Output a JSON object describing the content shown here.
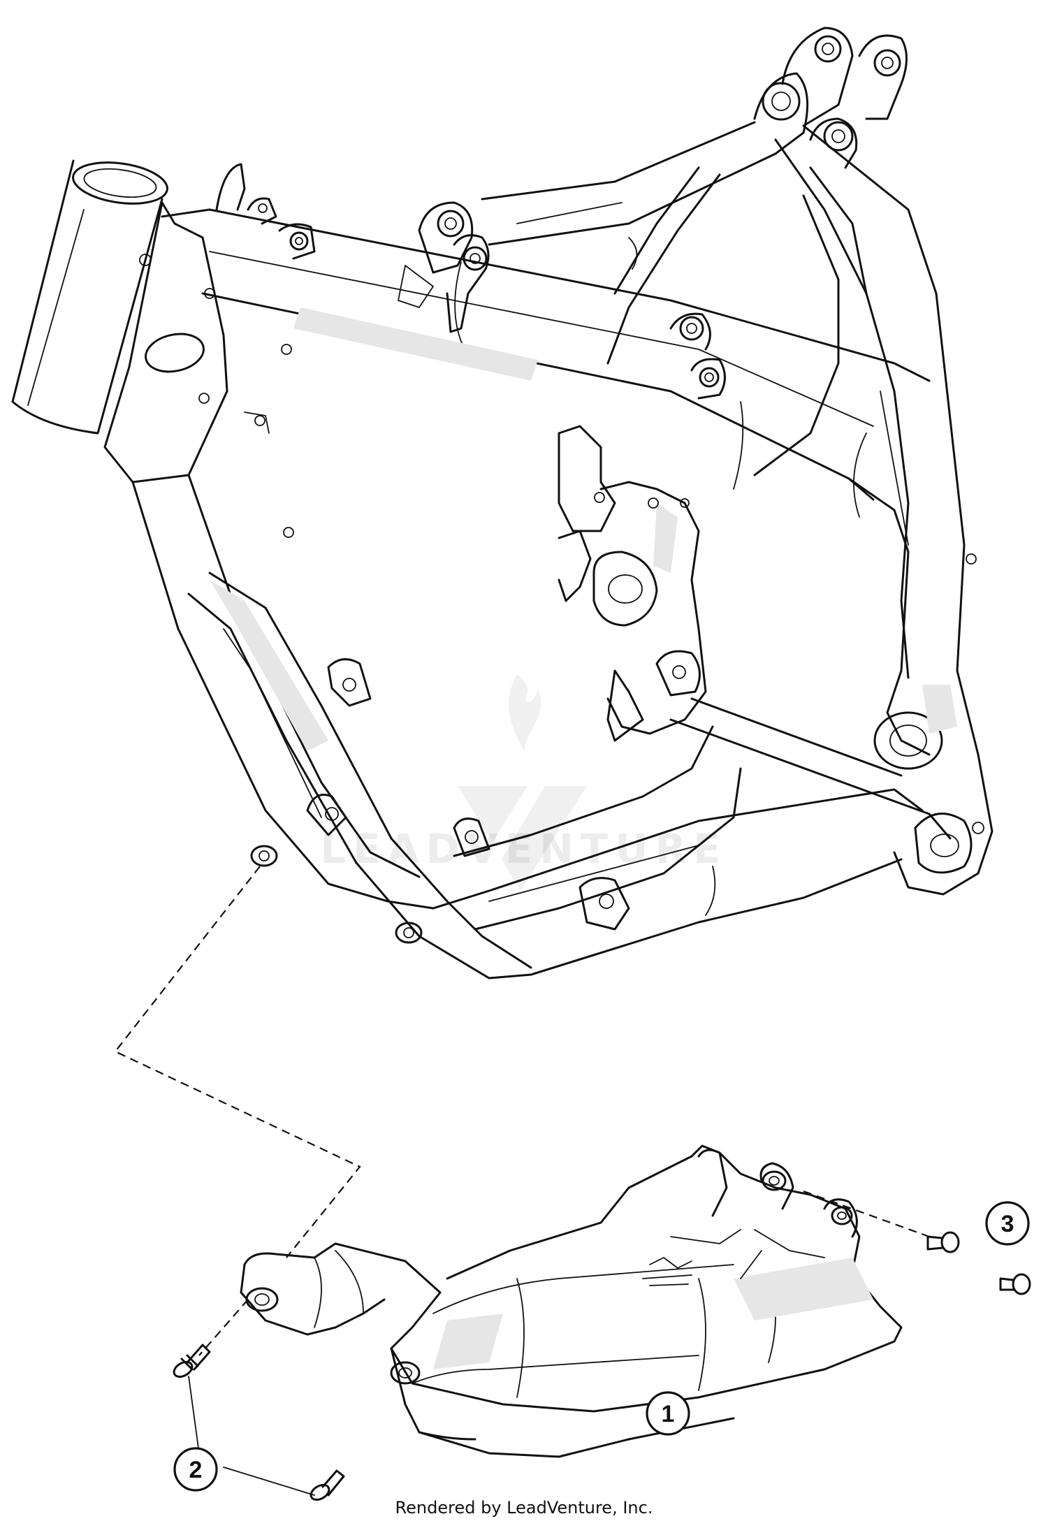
{
  "callouts": [
    {
      "number": "1",
      "part": "skid-plate"
    },
    {
      "number": "2",
      "part": "skid-plate-bolts-front"
    },
    {
      "number": "3",
      "part": "skid-plate-bolts-rear"
    }
  ],
  "footer": {
    "credit": "Rendered by LeadVenture, Inc."
  },
  "watermark": {
    "text": "LEADVENTURE"
  },
  "colors": {
    "line": "#111111",
    "background": "#ffffff"
  }
}
